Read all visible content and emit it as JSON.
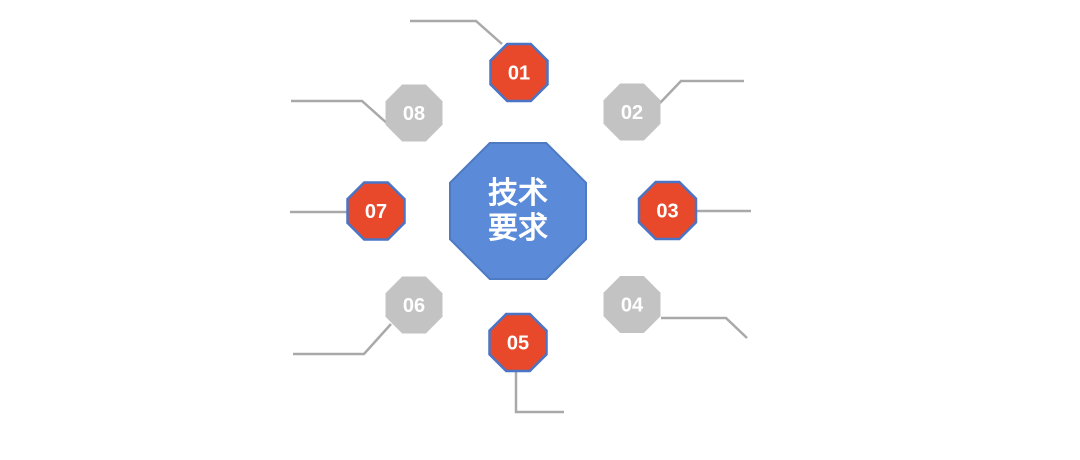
{
  "background_color": "#FFFFFF",
  "center": {
    "label": "技术要求",
    "lines": [
      "技术",
      "要求"
    ]
  },
  "nodes": [
    {
      "id": "01",
      "label": "01",
      "variant": "red"
    },
    {
      "id": "02",
      "label": "02",
      "variant": "gray"
    },
    {
      "id": "03",
      "label": "03",
      "variant": "red"
    },
    {
      "id": "04",
      "label": "04",
      "variant": "gray"
    },
    {
      "id": "05",
      "label": "05",
      "variant": "red"
    },
    {
      "id": "06",
      "label": "06",
      "variant": "gray"
    },
    {
      "id": "07",
      "label": "07",
      "variant": "red"
    },
    {
      "id": "08",
      "label": "08",
      "variant": "gray"
    }
  ],
  "colors": {
    "red_fill": "#E8492B",
    "red_border": "#4A74C6",
    "gray_fill": "#C3C3C4",
    "center_fill": "#5B8BD8",
    "center_border": "#4D7AC0",
    "connector": "#A9A9A9",
    "label_text": "#FFFFFF",
    "artifact": "#FFFFFF"
  }
}
